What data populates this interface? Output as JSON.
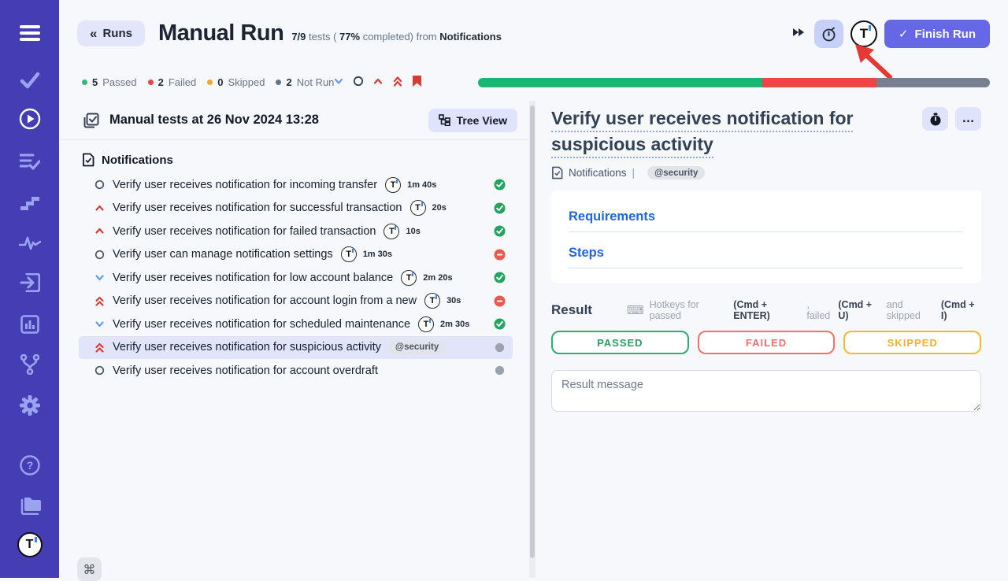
{
  "brand_letter": "T",
  "sidebar": {
    "icon_names": [
      "menu-icon",
      "tests-check-icon",
      "runs-play-icon",
      "test-plans-icon",
      "steps-icon",
      "pulse-icon",
      "import-icon",
      "analytics-icon",
      "branches-icon",
      "settings-icon",
      "help-icon",
      "projects-icon",
      "brand-logo-icon"
    ],
    "help_glyph": "?"
  },
  "header": {
    "back_chevron": "«",
    "back_label": "Runs",
    "title": "Manual Run",
    "progress_fraction": "7/9",
    "progress_text_1": "tests (",
    "progress_percent": "77%",
    "progress_text_2": "completed) from",
    "progress_source": "Notifications",
    "finish_check": "✓",
    "finish_label": "Finish Run"
  },
  "status": {
    "counts": [
      {
        "value": "5",
        "label": "Passed",
        "color": "#2eb872"
      },
      {
        "value": "2",
        "label": "Failed",
        "color": "#ef4444"
      },
      {
        "value": "0",
        "label": "Skipped",
        "color": "#f5a623"
      },
      {
        "value": "2",
        "label": "Not Run",
        "color": "#64748b"
      }
    ],
    "progress_segments": [
      {
        "color": "#1ab473",
        "percent": 55.6
      },
      {
        "color": "#ee4545",
        "percent": 22.2
      },
      {
        "color": "#78808f",
        "percent": 22.2
      }
    ]
  },
  "list": {
    "run_title": "Manual tests at 26 Nov 2024 13:28",
    "view_button": "Tree View",
    "suite": "Notifications",
    "command_key": "⌘",
    "tests": [
      {
        "title": "Verify user receives notification for incoming transfer",
        "priority": "circle",
        "has_icon": true,
        "duration": "1m 40s",
        "tag": "",
        "result": "passed",
        "selected": false
      },
      {
        "title": "Verify user receives notification for successful transaction",
        "priority": "up",
        "has_icon": true,
        "duration": "20s",
        "tag": "",
        "result": "passed",
        "selected": false
      },
      {
        "title": "Verify user receives notification for failed transaction",
        "priority": "up",
        "has_icon": true,
        "duration": "10s",
        "tag": "",
        "result": "passed",
        "selected": false
      },
      {
        "title": "Verify user can manage notification settings",
        "priority": "circle",
        "has_icon": true,
        "duration": "1m 30s",
        "tag": "",
        "result": "failed",
        "selected": false
      },
      {
        "title": "Verify user receives notification for low account balance",
        "priority": "down",
        "has_icon": true,
        "duration": "2m 20s",
        "tag": "",
        "result": "passed",
        "selected": false
      },
      {
        "title": "Verify user receives notification for account login from a new",
        "priority": "up2",
        "has_icon": true,
        "duration": "30s",
        "tag": "",
        "result": "failed",
        "selected": false
      },
      {
        "title": "Verify user receives notification for scheduled maintenance",
        "priority": "down",
        "has_icon": true,
        "duration": "2m 30s",
        "tag": "",
        "result": "passed",
        "selected": false
      },
      {
        "title": "Verify user receives notification for suspicious activity",
        "priority": "up2",
        "has_icon": false,
        "duration": "",
        "tag": "@security",
        "result": "notrun",
        "selected": true
      },
      {
        "title": "Verify user receives notification for account overdraft",
        "priority": "circle",
        "has_icon": false,
        "duration": "",
        "tag": "",
        "result": "notrun",
        "selected": false
      }
    ]
  },
  "detail": {
    "title": "Verify user receives notification for suspicious activity",
    "more_label": "…",
    "suite": "Notifications",
    "separator": "|",
    "tag": "@security",
    "sections": [
      "Requirements",
      "Steps"
    ],
    "result_heading": "Result",
    "keyboard_glyph": "⌨",
    "hotkeys": [
      "Hotkeys for passed",
      "(Cmd + ENTER)",
      ", failed",
      "(Cmd + U)",
      "and skipped",
      "(Cmd + I)"
    ],
    "verdicts": [
      {
        "label": "PASSED",
        "color": "#27a162"
      },
      {
        "label": "FAILED",
        "color": "#f0716b"
      },
      {
        "label": "SKIPPED",
        "color": "#f0b227"
      }
    ],
    "message_placeholder": "Result message"
  }
}
